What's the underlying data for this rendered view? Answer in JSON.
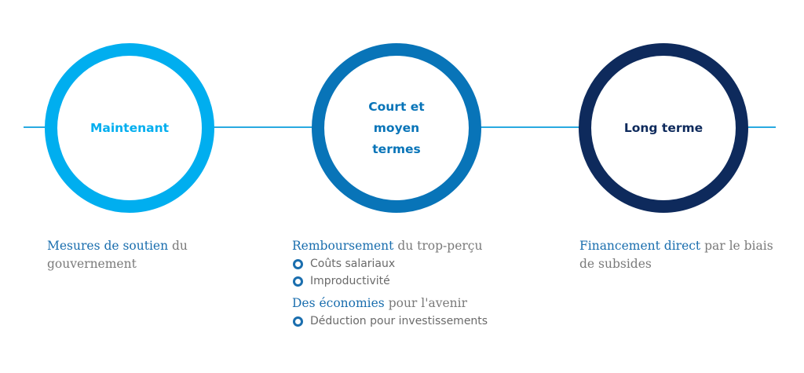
{
  "colors": {
    "line": "#29aae1",
    "circle_1": "#00aeef",
    "circle_2": "#0874b8",
    "circle_3": "#0e2a5c",
    "text_highlight": "#1a6eae",
    "bullet": "#1a6eae"
  },
  "stages": [
    {
      "label": "Maintenant"
    },
    {
      "label": "Court et moyen termes"
    },
    {
      "label": "Long terme"
    }
  ],
  "columns": [
    {
      "lines": [
        {
          "highlight": "Mesures de soutien",
          "rest": " du gouvernement"
        }
      ]
    },
    {
      "groups": [
        {
          "highlight": "Remboursement",
          "rest": " du trop-perçu",
          "bullets": [
            "Coûts salariaux",
            "Improductivité"
          ]
        },
        {
          "highlight": "Des économies",
          "rest": " pour l'avenir",
          "bullets": [
            "Déduction pour investissements"
          ]
        }
      ]
    },
    {
      "lines": [
        {
          "highlight": "Financement direct",
          "rest": " par le biais de subsides"
        }
      ]
    }
  ]
}
